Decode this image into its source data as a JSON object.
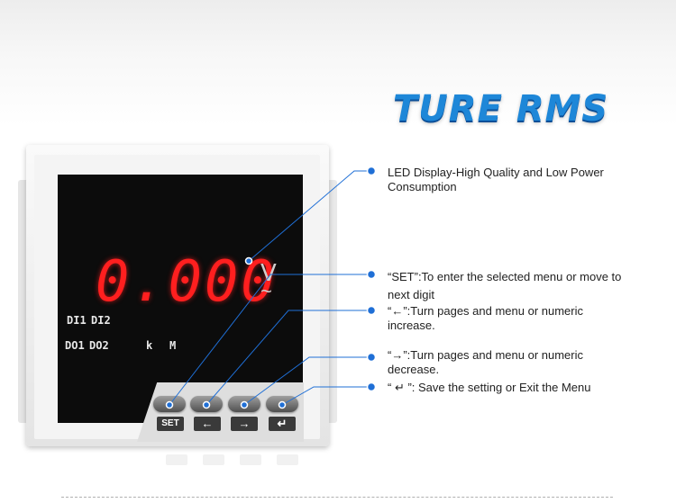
{
  "title": "TURE RMS",
  "meter": {
    "display_value": "0.000",
    "unit": "V",
    "unit_symbol": "~",
    "indicators": {
      "di1": "DI1",
      "di2": "DI2",
      "do1": "DO1",
      "do2": "DO2",
      "k": "k",
      "m": "M"
    },
    "keys": {
      "set": "SET",
      "left": "←",
      "right": "→",
      "enter": "↵"
    }
  },
  "annotations": {
    "display": "LED Display-High Quality and Low Power Consumption",
    "set": "“SET”:To enter the selected menu or move to next digit",
    "left": "“←”:Turn pages and menu or numeric increase.",
    "right": "“→”:Turn pages and menu or numeric decrease.",
    "enter": "“ ↵ ”:  Save the setting or Exit the Menu"
  },
  "colors": {
    "title_blue": "#1e87d8",
    "led_red": "#ff1f1f",
    "callout_blue": "#1f6fd6"
  }
}
